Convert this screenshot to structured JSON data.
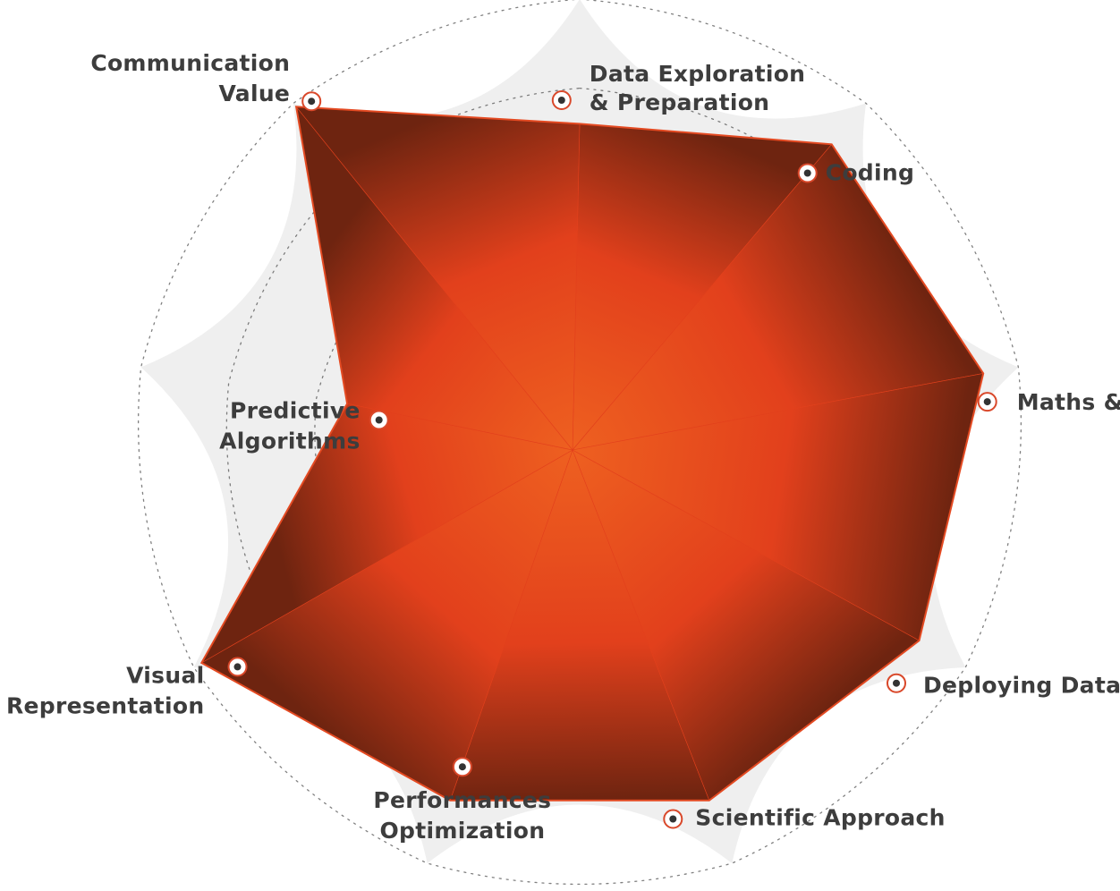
{
  "chart_data": {
    "type": "radar",
    "title": "",
    "axes": [
      {
        "label": [
          "Data Exploration",
          "& Preparation"
        ]
      },
      {
        "label": [
          "Coding"
        ]
      },
      {
        "label": [
          "Maths & Stats"
        ]
      },
      {
        "label": [
          "Deploying  Data Pipelines"
        ]
      },
      {
        "label": [
          "Scientific Approach"
        ]
      },
      {
        "label": [
          "Performances",
          "Optimization"
        ]
      },
      {
        "label": [
          "Visual",
          "Representation"
        ]
      },
      {
        "label": [
          "Predictive",
          "Algorithms"
        ]
      },
      {
        "label": [
          "Communication",
          "Value"
        ]
      }
    ],
    "series": [
      {
        "values": [
          0.72,
          0.88,
          0.92,
          0.88,
          0.85,
          0.85,
          0.98,
          0.53,
          0.99
        ]
      }
    ],
    "range": [
      0,
      1
    ],
    "rings": 5,
    "grid": true,
    "colors": {
      "fill_main": "#e2401c",
      "fill_dark": "#6e2410",
      "fill_center": "#ee6020",
      "stroke": "#e44a22",
      "background_shape": "#efefef",
      "grid_line": "#555555",
      "marker_ring": "#d9482a",
      "marker_dot": "#333333",
      "label_text": "#3d3d3d"
    }
  }
}
